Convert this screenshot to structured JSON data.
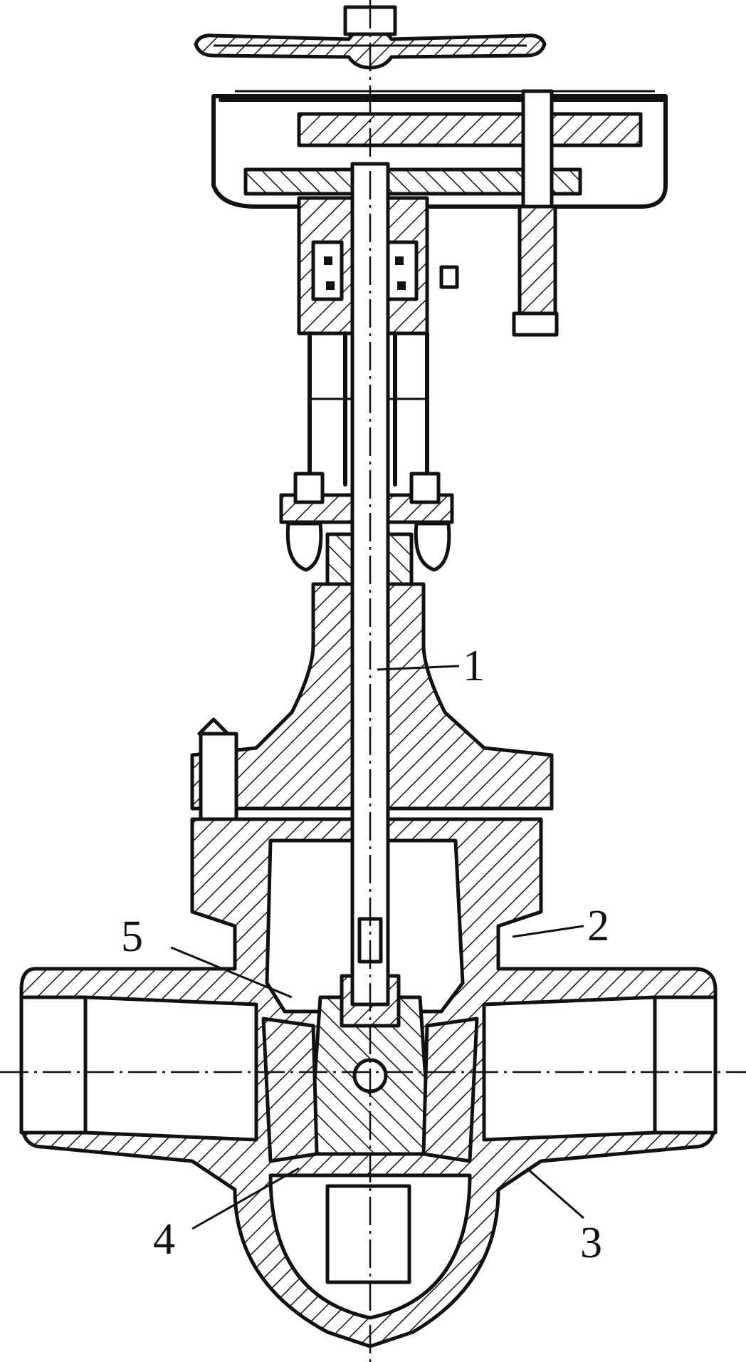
{
  "figure": {
    "callouts": [
      {
        "id": "c1",
        "text": "1"
      },
      {
        "id": "c2",
        "text": "2"
      },
      {
        "id": "c3",
        "text": "3"
      },
      {
        "id": "c4",
        "text": "4"
      },
      {
        "id": "c5",
        "text": "5"
      }
    ]
  },
  "colors": {
    "ink": "#111111",
    "paper": "#ffffff"
  }
}
